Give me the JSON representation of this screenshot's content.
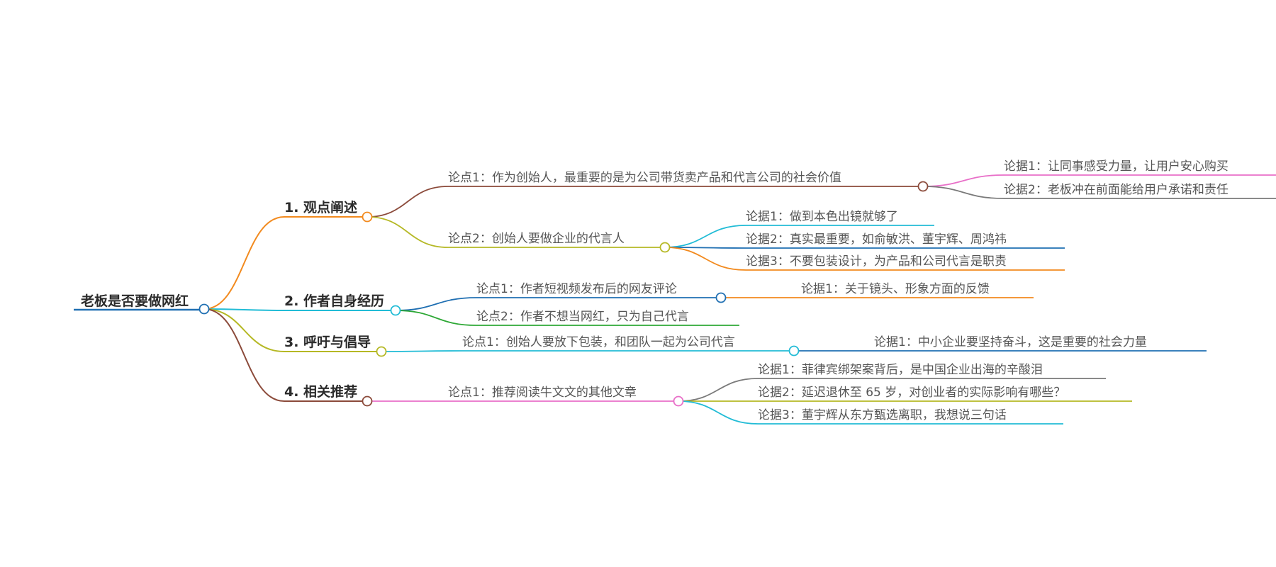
{
  "root": {
    "label": "老板是否要做网红",
    "color": "#1f6fb2"
  },
  "branches": [
    {
      "label": "1. 观点阐述",
      "color": "#f28a1e",
      "children": [
        {
          "label": "论点1：作为创始人，最重要的是为公司带货卖产品和代言公司的社会价值",
          "color": "#8b4a3a",
          "children": [
            {
              "label": "论据1：让同事感受力量，让用户安心购买",
              "color": "#e86fc8"
            },
            {
              "label": "论据2：老板冲在前面能给用户承诺和责任",
              "color": "#7a7a7a"
            }
          ]
        },
        {
          "label": "论点2：创始人要做企业的代言人",
          "color": "#b5b824",
          "children": [
            {
              "label": "论据1：做到本色出镜就够了",
              "color": "#22bcd6"
            },
            {
              "label": "论据2：真实最重要，如俞敏洪、董宇辉、周鸿祎",
              "color": "#1f6fb2"
            },
            {
              "label": "论据3：不要包装设计，为产品和公司代言是职责",
              "color": "#f28a1e"
            }
          ]
        }
      ]
    },
    {
      "label": "2. 作者自身经历",
      "color": "#22bcd6",
      "children": [
        {
          "label": "论点1：作者短视频发布后的网友评论",
          "color": "#1f6fb2",
          "children": [
            {
              "label": "论据1：关于镜头、形象方面的反馈",
              "color": "#f28a1e"
            }
          ]
        },
        {
          "label": "论点2：作者不想当网红，只为自己代言",
          "color": "#2ea836",
          "children": []
        }
      ]
    },
    {
      "label": "3. 呼吁与倡导",
      "color": "#b5b824",
      "children": [
        {
          "label": "论点1：创始人要放下包装，和团队一起为公司代言",
          "color": "#22bcd6",
          "children": [
            {
              "label": "论据1：中小企业要坚持奋斗，这是重要的社会力量",
              "color": "#1f6fb2"
            }
          ]
        }
      ]
    },
    {
      "label": "4. 相关推荐",
      "color": "#8b4a3a",
      "children": [
        {
          "label": "论点1：推荐阅读牛文文的其他文章",
          "color": "#e86fc8",
          "children": [
            {
              "label": "论据1：菲律宾绑架案背后，是中国企业出海的辛酸泪",
              "color": "#7a7a7a"
            },
            {
              "label": "论据2：延迟退休至 65 岁，对创业者的实际影响有哪些？",
              "color": "#b5b824"
            },
            {
              "label": "论据3：董宇辉从东方甄选离职，我想说三句话",
              "color": "#22bcd6"
            }
          ]
        }
      ]
    }
  ]
}
